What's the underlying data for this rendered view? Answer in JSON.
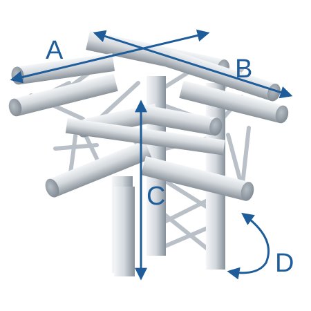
{
  "figure": {
    "labels": {
      "a": "A",
      "b": "B",
      "c": "C",
      "d": "D"
    }
  },
  "colors": {
    "arrow": "#1f5c9a",
    "tube_light": "#f2f4f6",
    "tube_mid": "#c8ced4",
    "tube_dark": "#7d858e",
    "tube_end": "#9aa3ab",
    "brace": "#b9c0c7"
  }
}
